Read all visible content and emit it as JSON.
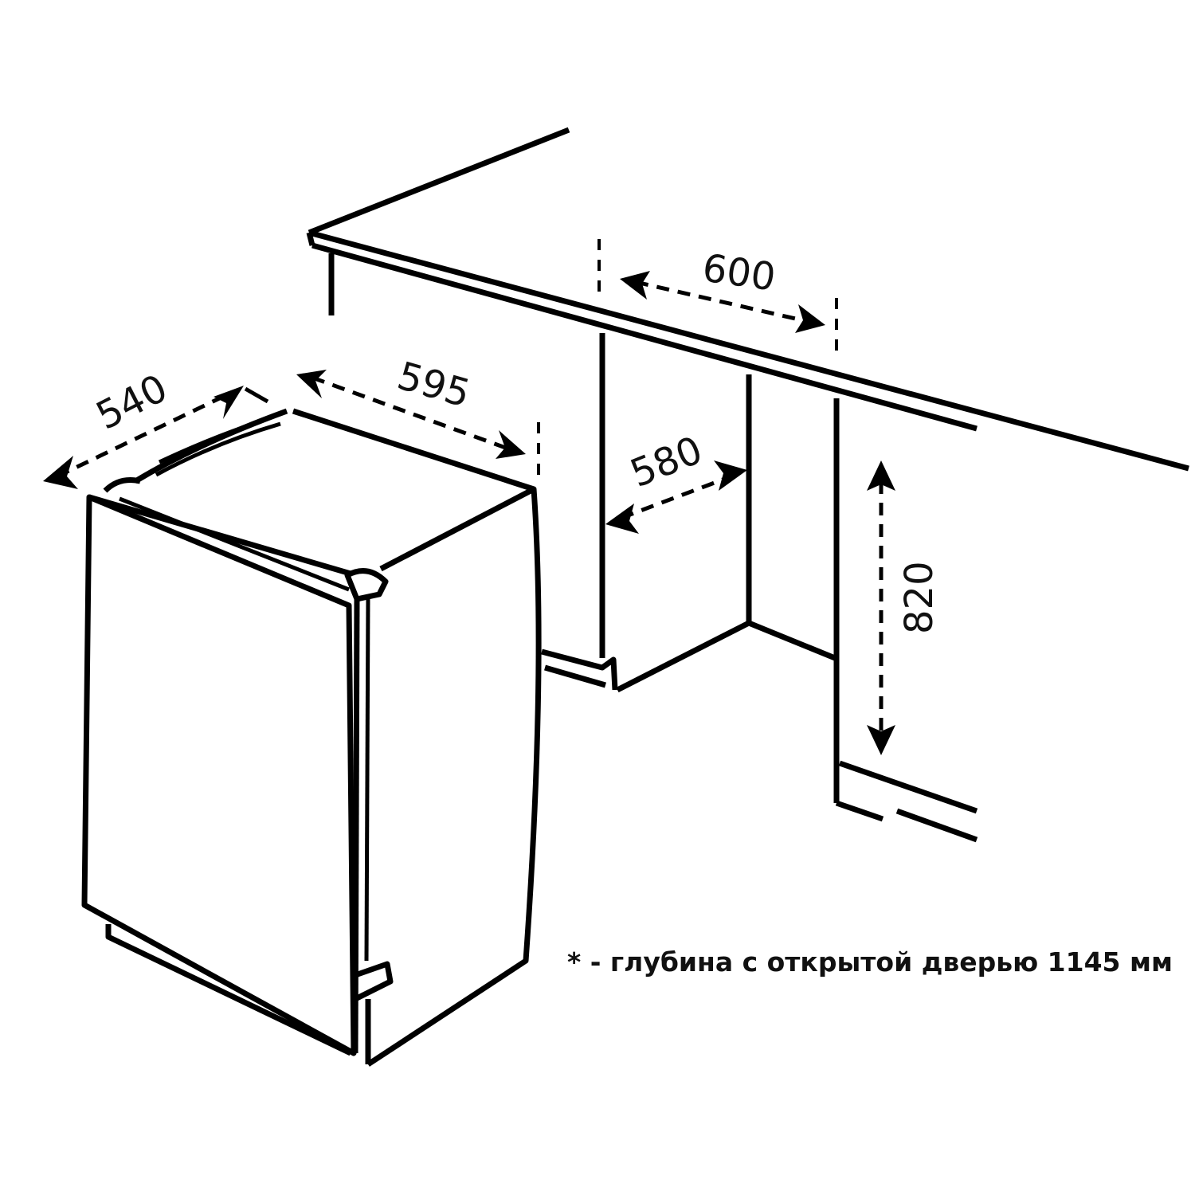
{
  "dimensions": {
    "appliance_depth": "540",
    "appliance_width": "595",
    "niche_width": "600",
    "niche_depth": "580",
    "niche_height": "820"
  },
  "footnote": "* - глубина с открытой дверью 1145 мм"
}
